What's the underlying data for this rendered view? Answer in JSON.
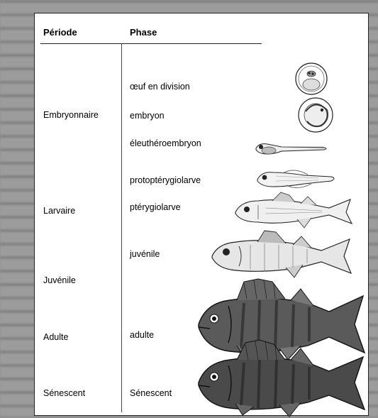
{
  "table": {
    "headers": {
      "periode": "Période",
      "phase": "Phase"
    },
    "periods": [
      {
        "label": "Embryonnaire"
      },
      {
        "label": "Larvaire"
      },
      {
        "label": "Juvénile"
      },
      {
        "label": "Adulte"
      },
      {
        "label": "Sénescent"
      }
    ],
    "phases": [
      {
        "label": "œuf en division"
      },
      {
        "label": "embryon"
      },
      {
        "label": "éleuthéroembryon"
      },
      {
        "label": "protoptérygiolarve"
      },
      {
        "label": "ptérygiolarve"
      },
      {
        "label": "juvénile"
      },
      {
        "label": "adulte"
      },
      {
        "label": "Sénescent"
      }
    ]
  },
  "illustrations": [
    "egg-icon",
    "embryo-icon",
    "eleutheroembryo-fish-icon",
    "protopterygiolarva-fish-icon",
    "pterygiolarva-fish-icon",
    "juvenile-fish-icon",
    "adult-perch-icon",
    "senescent-perch-icon"
  ]
}
